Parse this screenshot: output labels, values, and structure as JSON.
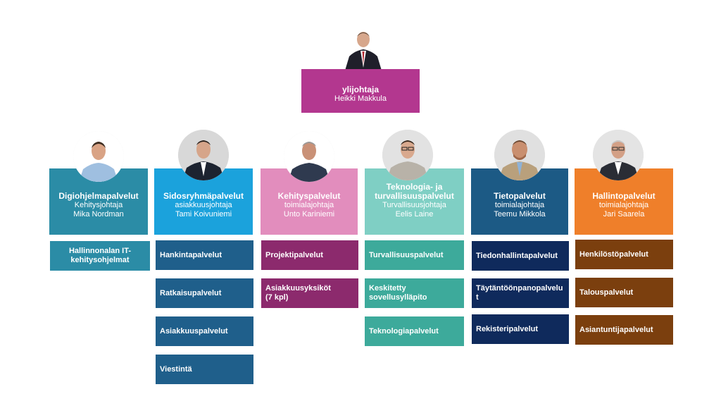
{
  "top": {
    "title": "ylijohtaja",
    "person": "Heikki Makkula"
  },
  "columns": [
    {
      "unit": "Digiohjelmapalvelut",
      "role": "Kehitysjohtaja",
      "person": "Mika Nordman",
      "head_color": "#2b8ca6",
      "sub_color": "#2b8ca6",
      "subs": [
        "Hallinnonalan IT-kehitysohjelmat"
      ]
    },
    {
      "unit": "Sidosryhmäpalvelut",
      "role": "asiakkuusjohtaja",
      "person": "Tami Koivuniemi",
      "head_color": "#1ba2dc",
      "sub_color": "#1f5f8b",
      "subs": [
        "Hankintapalvelut",
        "Ratkaisupalvelut",
        "Asiakkuuspalvelut",
        "Viestintä"
      ]
    },
    {
      "unit": "Kehityspalvelut",
      "role": "toimialajohtaja",
      "person": "Unto Kariniemi",
      "head_color": "#e28dbd",
      "sub_color": "#8c2a6d",
      "subs": [
        "Projektipalvelut",
        "Asiakkuusyksiköt (7 kpl)"
      ]
    },
    {
      "unit": "Teknologia- ja turvallisuuspalvelut",
      "role": "Turvallisuusjohtaja",
      "person": "Eelis Laine",
      "head_color": "#7fcfc4",
      "sub_color": "#3daa9b",
      "subs": [
        "Turvallisuuspalvelut",
        "Keskitetty sovellusylläpito",
        "Teknologiapalvelut"
      ]
    },
    {
      "unit": "Tietopalvelut",
      "role": "toimialajohtaja",
      "person": "Teemu Mikkola",
      "head_color": "#1c5a85",
      "sub_color": "#0f2a5c",
      "subs": [
        "Tiedonhallintapalvelut",
        "Täytäntöönpanopalvelut",
        "Rekisteripalvelut"
      ]
    },
    {
      "unit": "Hallintopalvelut",
      "role": "toimialajohtaja",
      "person": "Jari Saarela",
      "head_color": "#ef7f2a",
      "sub_color": "#7b3f0e",
      "subs": [
        "Henkilöstöpalvelut",
        "Talouspalvelut",
        "Asiantuntijapalvelut"
      ]
    }
  ]
}
